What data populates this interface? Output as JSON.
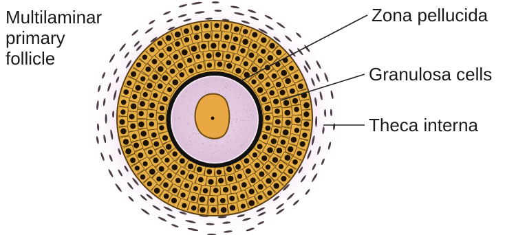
{
  "diagram": {
    "title": "Multilaminar\nprimary\nfollicle",
    "labels": {
      "zona": "Zona pellucida",
      "granulosa": "Granulosa cells",
      "theca": "Theca interna"
    },
    "colors": {
      "theca_glow": "#e9c8e6",
      "granulosa_fill": "#e7b046",
      "cell_outline": "#6b4a12",
      "nucleus": "#1c1206",
      "zona_ring": "#111111",
      "ooplasm": "#e4cde3",
      "oocyte_nucleus": "#eaa844",
      "theca_cells": "#4a3a44"
    }
  }
}
